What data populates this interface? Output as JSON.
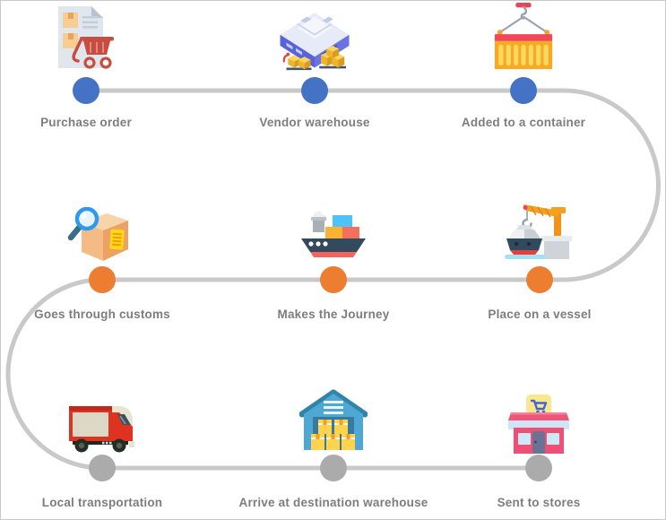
{
  "diagram": {
    "background": "#ffffff",
    "border_color": "#c9c9c9",
    "label_color": "#7d7d7d",
    "timeline": {
      "line_color": "#c9c9c9",
      "row_colors": {
        "top": "#4472c4",
        "middle": "#ed7d31",
        "bottom": "#ababab"
      }
    },
    "steps": [
      {
        "label": "Purchase order",
        "icon": "purchase-order-document-cart-icon",
        "dot_color": "#4472c4"
      },
      {
        "label": "Vendor warehouse",
        "icon": "vendor-warehouse-icon",
        "dot_color": "#4472c4"
      },
      {
        "label": "Added to a container",
        "icon": "shipping-container-hook-icon",
        "dot_color": "#4472c4"
      },
      {
        "label": "Goes through customs",
        "icon": "customs-inspection-icon",
        "dot_color": "#ed7d31"
      },
      {
        "label": "Makes the Journey",
        "icon": "cargo-ship-icon",
        "dot_color": "#ed7d31"
      },
      {
        "label": "Place on a vessel",
        "icon": "harbor-crane-icon",
        "dot_color": "#ed7d31"
      },
      {
        "label": "Local transportation",
        "icon": "delivery-truck-icon",
        "dot_color": "#ababab"
      },
      {
        "label": "Arrive at destination warehouse",
        "icon": "destination-warehouse-icon",
        "dot_color": "#ababab"
      },
      {
        "label": "Sent to stores",
        "icon": "storefront-icon",
        "dot_color": "#ababab"
      }
    ]
  }
}
